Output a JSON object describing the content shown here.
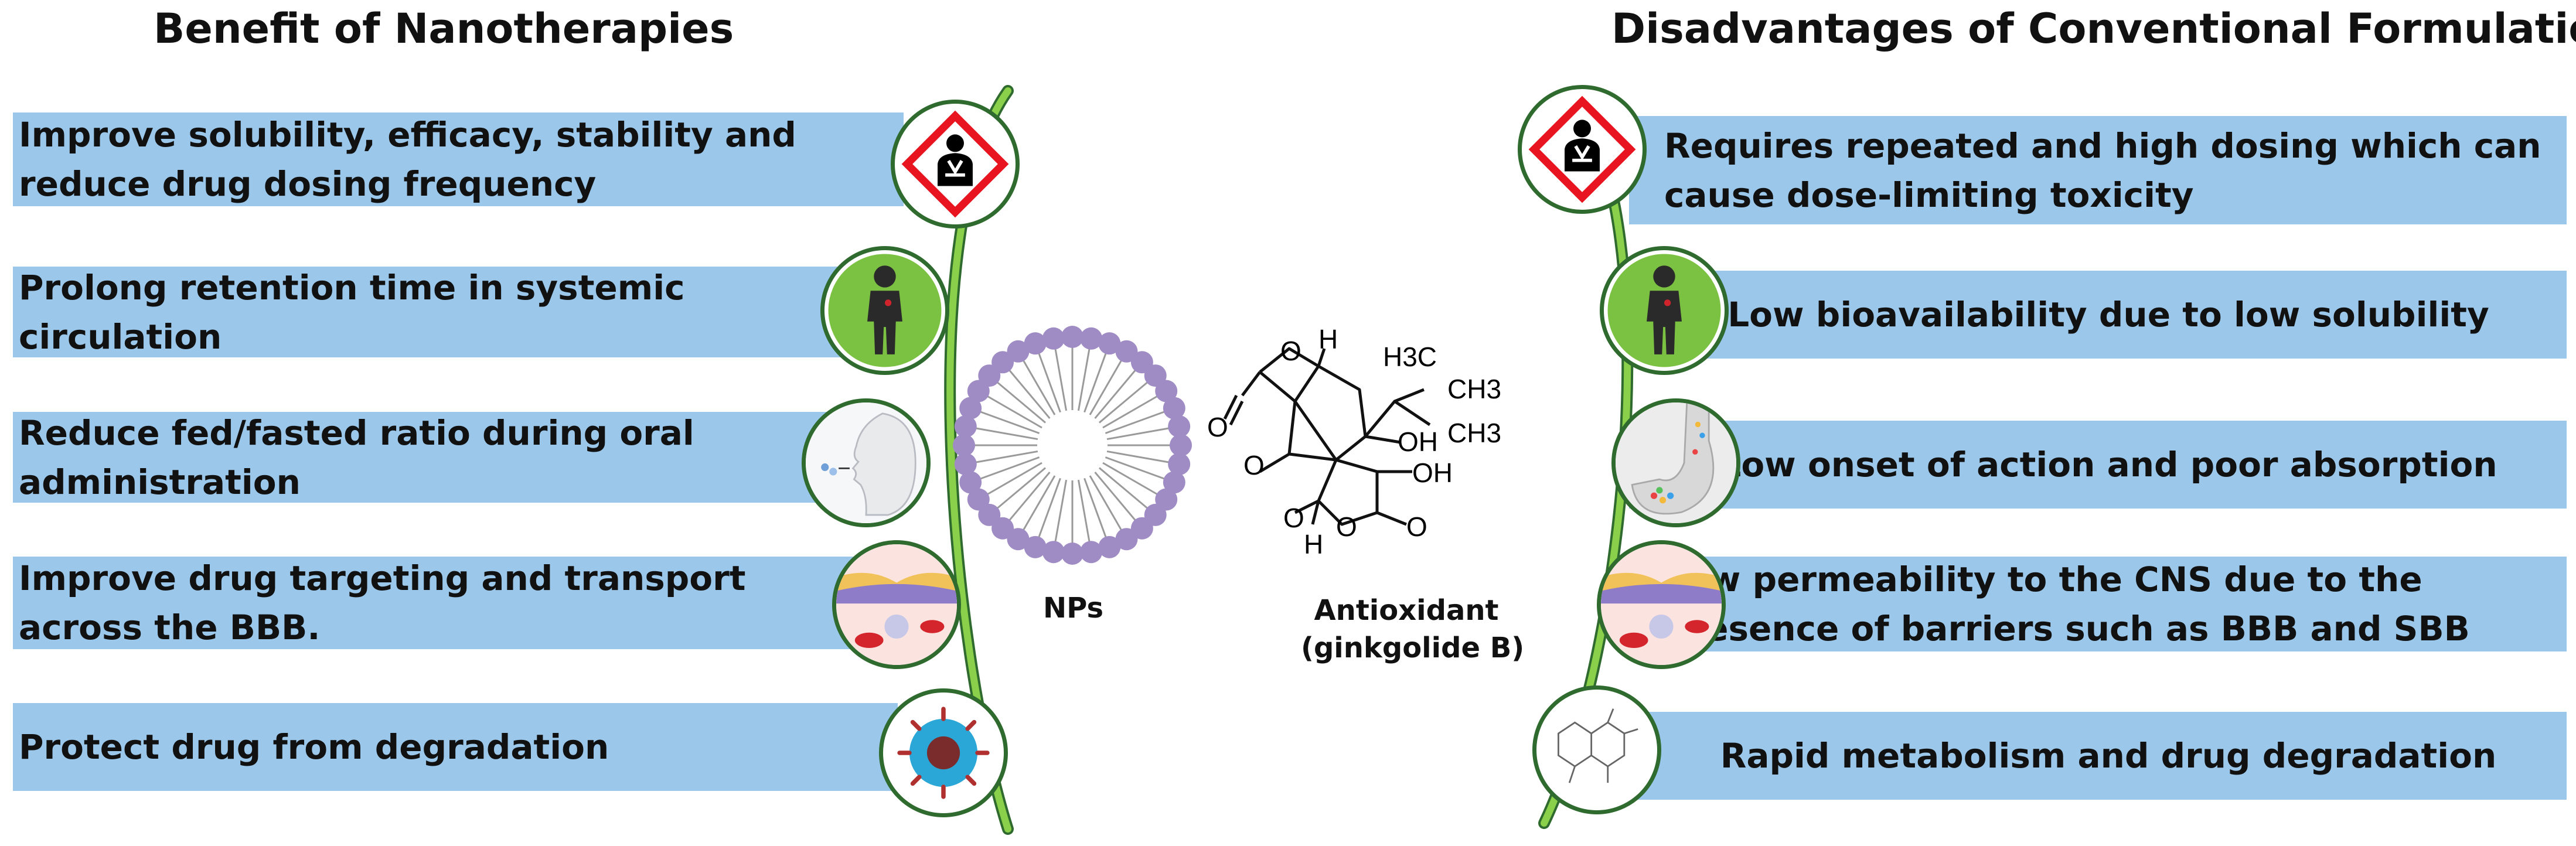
{
  "left": {
    "title": "Benefit of Nanotherapies",
    "items": [
      {
        "text": "Improve solubility, efficacy, stability and reduce drug dosing frequency",
        "icon": "health-hazard-icon"
      },
      {
        "text": "Prolong retention time in systemic circulation",
        "icon": "human-body-icon"
      },
      {
        "text": "Reduce fed/fasted ratio during oral administration",
        "icon": "oral-administration-icon"
      },
      {
        "text": "Improve drug targeting and transport across the BBB.",
        "icon": "blood-brain-barrier-icon"
      },
      {
        "text": "Protect drug from degradation",
        "icon": "protected-nanoparticle-icon"
      }
    ]
  },
  "right": {
    "title": "Disadvantages of Conventional Formulations",
    "items": [
      {
        "text": "Requires repeated and high dosing which can cause dose-limiting toxicity",
        "icon": "health-hazard-icon"
      },
      {
        "text": "Low bioavailability due to low solubility",
        "icon": "human-body-icon"
      },
      {
        "text": "Low onset of action and poor absorption",
        "icon": "stomach-absorption-icon"
      },
      {
        "text": "Low permeability to the CNS due to the presence of barriers such as BBB and SBB",
        "icon": "blood-brain-barrier-icon"
      },
      {
        "text": "Rapid metabolism and drug degradation",
        "icon": "molecule-degradation-icon"
      }
    ]
  },
  "center": {
    "np_label": "NPs",
    "drug_label": "Antioxidant",
    "drug_name": "(ginkgolide B)",
    "atoms": {
      "h_top": "H",
      "h3c": "H3C",
      "ch3_top": "CH3",
      "ch3": "CH3",
      "oh1": "OH",
      "oh2": "OH",
      "h_bottom": "H"
    }
  },
  "colors": {
    "bar": "#9bc7ea",
    "stem": "#7cc242",
    "circle_border": "#2f6a2e",
    "nanoparticle": "#a08cc4",
    "hazard_red": "#e8141f"
  }
}
